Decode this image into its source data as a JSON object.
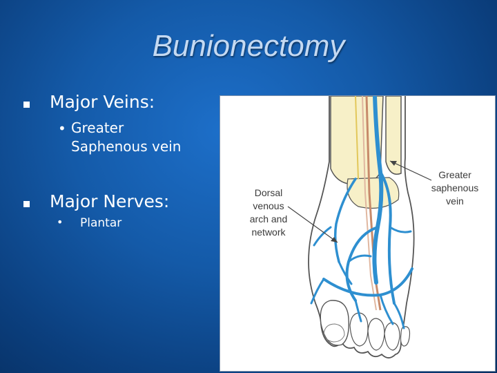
{
  "slide": {
    "title": "Bunionectomy",
    "bullets": [
      {
        "label": "Major Veins:",
        "sub": [
          "Greater",
          "Saphenous vein"
        ]
      },
      {
        "label": "Major Nerves:",
        "sub": [
          "Plantar"
        ]
      }
    ]
  },
  "figure": {
    "labels": {
      "dorsal": [
        "Dorsal",
        "venous",
        "arch and",
        "network"
      ],
      "saphenous": [
        "Greater",
        "saphenous",
        "vein"
      ]
    },
    "colors": {
      "vein": "#2e8fd0",
      "bone": "#f7f0c8",
      "nerve": "#c78a6a",
      "outline": "#555555"
    }
  }
}
